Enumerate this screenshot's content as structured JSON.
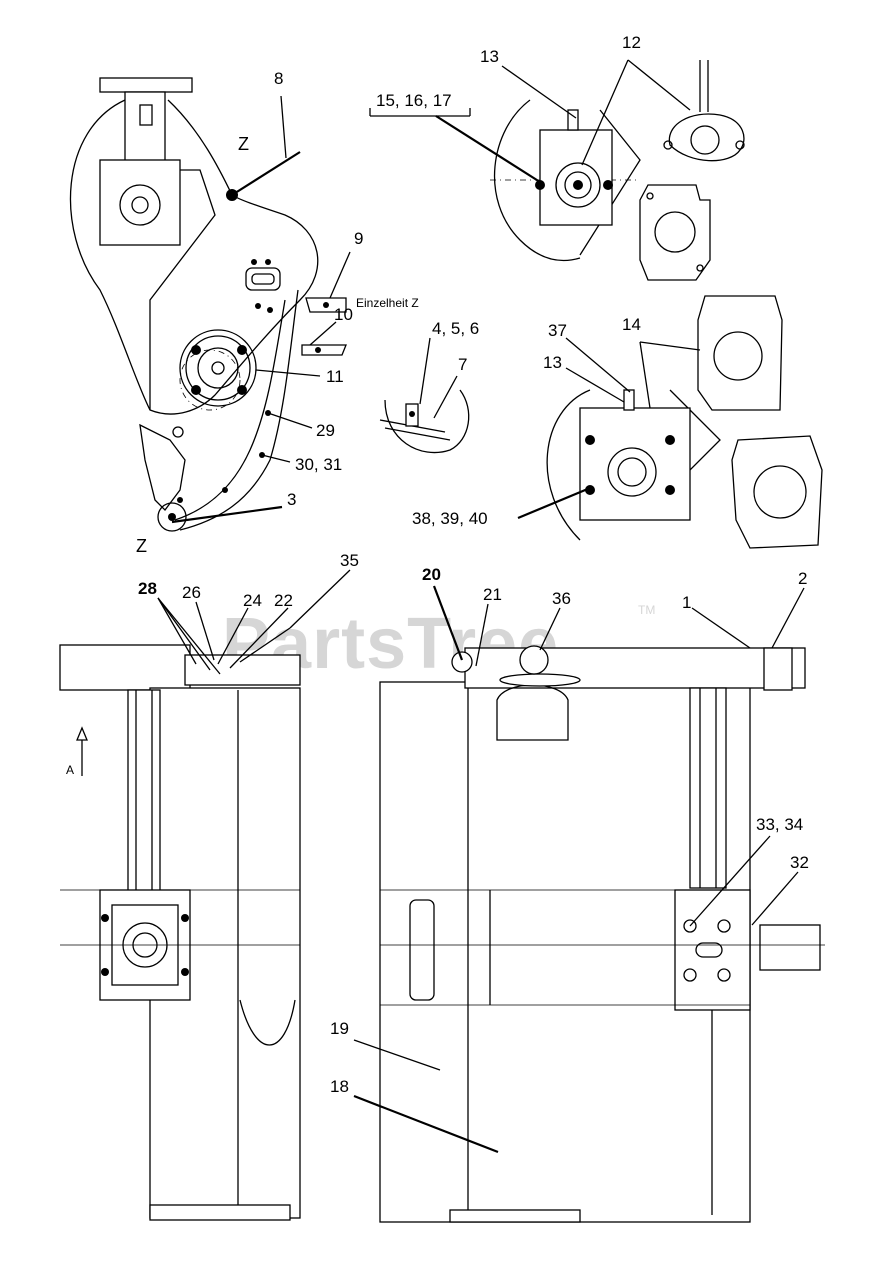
{
  "watermark": {
    "text": "PartsTree",
    "trademark": "TM"
  },
  "detail_label": "Einzelheit Z",
  "view_letters": {
    "z_top": "Z",
    "z_bottom": "Z",
    "arrow_a": "A"
  },
  "callouts": {
    "c1": "1",
    "c2": "2",
    "c3": "3",
    "c4_5_6": "4, 5, 6",
    "c7": "7",
    "c8": "8",
    "c9": "9",
    "c10": "10",
    "c11": "11",
    "c12": "12",
    "c13a": "13",
    "c13b": "13",
    "c14": "14",
    "c15_16_17": "15, 16, 17",
    "c18": "18",
    "c19": "19",
    "c20": "20",
    "c21": "21",
    "c22": "22",
    "c24": "24",
    "c26": "26",
    "c28": "28",
    "c29": "29",
    "c30_31": "30, 31",
    "c32": "32",
    "c33_34": "33, 34",
    "c35": "35",
    "c36": "36",
    "c37": "37",
    "c38_39_40": "38, 39, 40"
  }
}
